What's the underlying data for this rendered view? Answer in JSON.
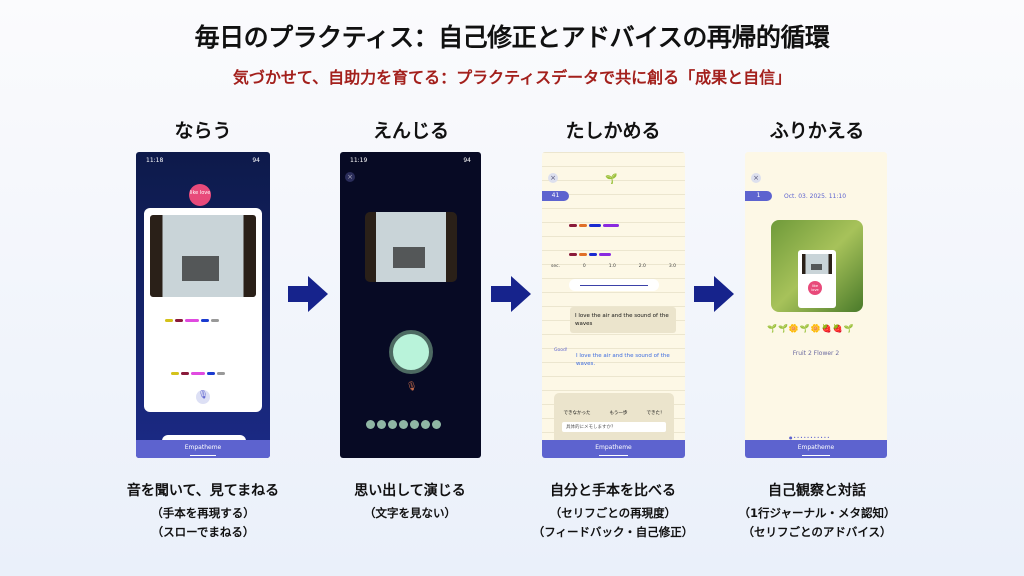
{
  "title": "毎日のプラクティス：自己修正とアドバイスの再帰的循環",
  "subtitle": "気づかせて、自助力を育てる：プラクティスデータで共に創る「成果と自信」",
  "steps": [
    {
      "label": "ならう",
      "caption": "音を聞いて、見てまねる",
      "sub": [
        "（手本を再現する）",
        "（スローでまねる）"
      ]
    },
    {
      "label": "えんじる",
      "caption": "思い出して演じる",
      "sub": [
        "（文字を見ない）"
      ]
    },
    {
      "label": "たしかめる",
      "caption": "自分と手本を比べる",
      "sub": [
        "（セリフごとの再現度）",
        "（フィードバック・自己修正）"
      ]
    },
    {
      "label": "ふりかえる",
      "caption": "自己観察と対話",
      "sub": [
        "（1行ジャーナル・メタ認知）",
        "（セリフごとのアドバイス）"
      ]
    }
  ],
  "phone1": {
    "time": "11:18",
    "battery": "94",
    "badge": "like love",
    "app": "Empatheme"
  },
  "phone2": {
    "time": "11:19",
    "battery": "94"
  },
  "phone3": {
    "count": "41",
    "axis": [
      "sec.",
      "0",
      "1.0",
      "2.0",
      "3.0"
    ],
    "model_line": "I love the air and the sound of the waves",
    "good": "Good!",
    "user_line": "I love the air and the sound of the waves.",
    "ratings": [
      "できなかった",
      "もう一歩",
      "できた！"
    ],
    "memo_placeholder": "具体的にメモしますか？",
    "app": "Empatheme"
  },
  "phone4": {
    "index": "1",
    "date": "Oct. 03. 2025. 11:10",
    "badge": "like love",
    "summary": "Fruit 2 Flower 2",
    "app": "Empatheme"
  },
  "colors": {
    "navy": "#1a2a7a",
    "accent": "#5d63cf",
    "red": "#a3201c"
  }
}
